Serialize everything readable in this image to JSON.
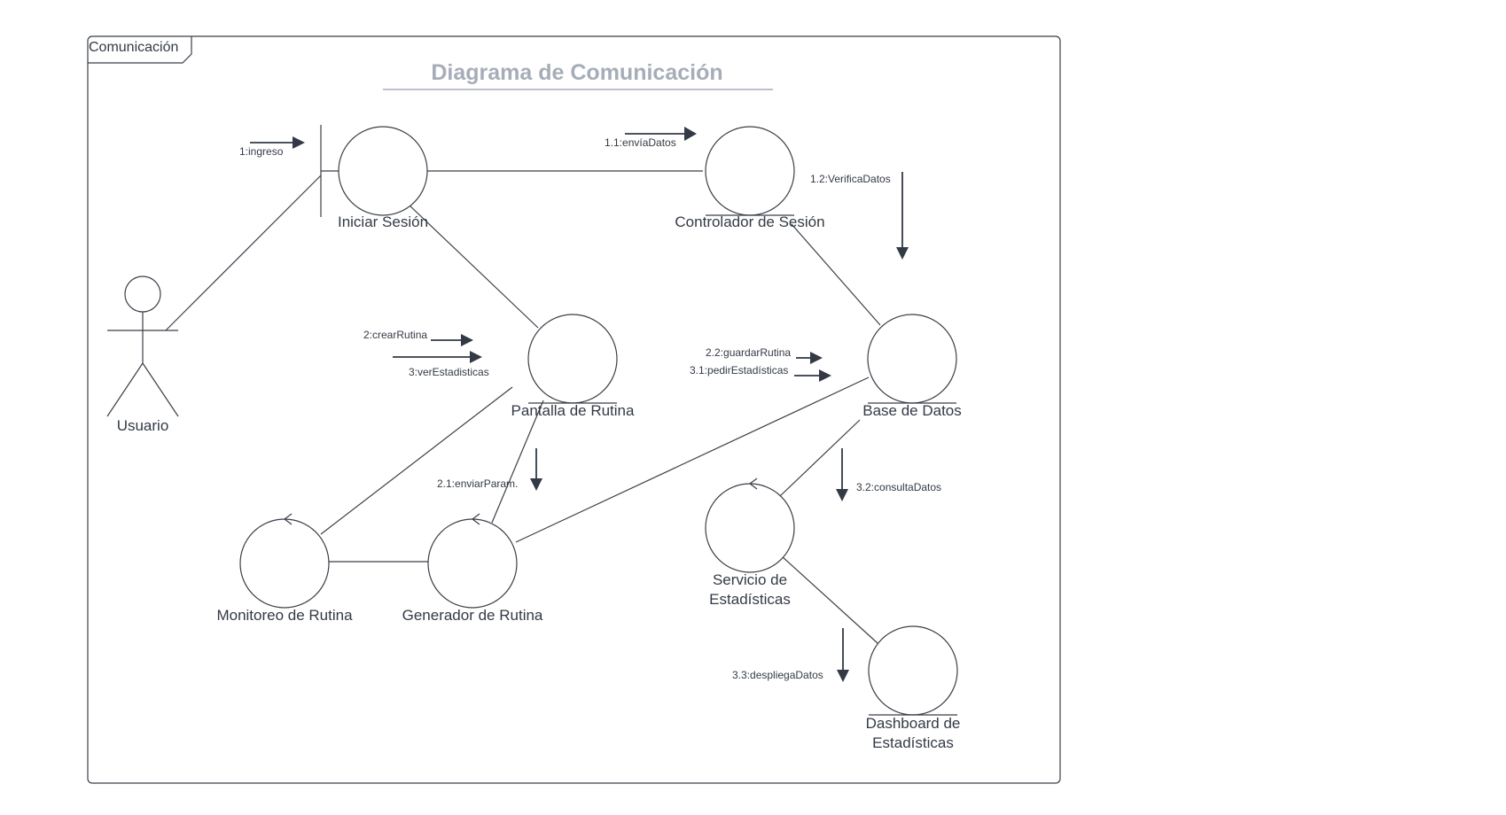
{
  "frame": {
    "tag": "Comunicación",
    "title": "Diagrama de Comunicación",
    "title_color": "#a7adb8"
  },
  "actor": {
    "label": "Usuario"
  },
  "objects": {
    "iniciar_sesion": "Iniciar Sesión",
    "controlador_sesion": "Controlador de Sesión",
    "pantalla_rutina": "Pantalla de Rutina",
    "base_datos": "Base de Datos",
    "monitoreo_rutina": "Monitoreo de Rutina",
    "generador_rutina": "Generador de Rutina",
    "servicio_estadisticas": [
      "Servicio de",
      "Estadísticas"
    ],
    "dashboard_estadisticas": [
      "Dashboard de",
      "Estadísticas"
    ]
  },
  "messages": {
    "m1": "1:ingreso",
    "m11": "1.1:envíaDatos",
    "m12": "1.2:VerificaDatos",
    "m2": "2:crearRutina",
    "m3": "3:verEstadisticas",
    "m22": "2.2:guardarRutina",
    "m31": "3.1:pedirEstadísticas",
    "m21": "2.1:enviarParam.",
    "m32": "3.2:consultaDatos",
    "m33": "3.3:despliegaDatos"
  },
  "colors": {
    "line": "#3a3f47",
    "text": "#333a45"
  }
}
